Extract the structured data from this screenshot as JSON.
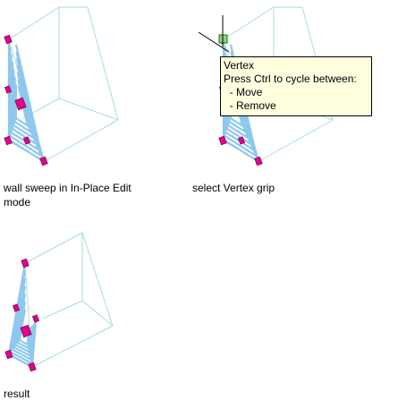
{
  "colors": {
    "edge": "#a8dcd8",
    "sweep": "#8fc8ec",
    "grip": "#e6008c",
    "grip_stroke": "#7a0a5a",
    "vertex_grip": "#8cd46e",
    "tooltip_bg": "#ffffe0"
  },
  "panels": [
    {
      "id": "panel-1",
      "caption": "wall sweep in In-Place Edit mode"
    },
    {
      "id": "panel-2",
      "caption": "select Vertex grip"
    },
    {
      "id": "panel-3",
      "caption": "result"
    }
  ],
  "tooltip": {
    "title": "Vertex",
    "line1": "Press Ctrl to cycle between:",
    "items": [
      "  - Move",
      "  - Remove"
    ]
  }
}
